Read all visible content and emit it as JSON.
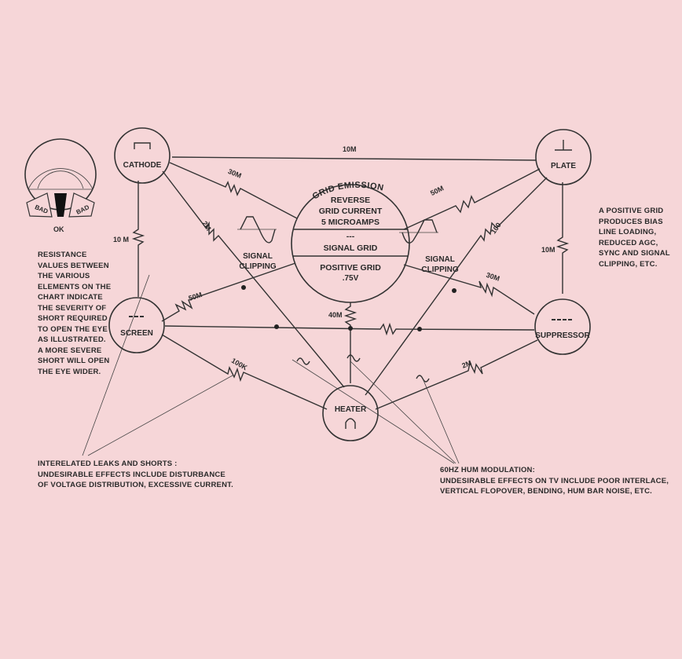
{
  "nodes": {
    "cathode": "CATHODE",
    "plate": "PLATE",
    "screen": "SCREEN",
    "suppressor": "SUPPRESSOR",
    "heater": "HEATER"
  },
  "grid": {
    "emission_label": "GRID EMISSION",
    "reverse_lines": [
      "REVERSE",
      "GRID CURRENT",
      "5 MICROAMPS"
    ],
    "divider": "---",
    "signal_grid": "SIGNAL GRID",
    "positive_lines": [
      "POSITIVE GRID",
      ".75V"
    ]
  },
  "resistances": {
    "cathode_plate": "10M",
    "cathode_grid": "30M",
    "cathode_heater": "2M",
    "cathode_screen": "10 M",
    "plate_grid": "50M",
    "plate_heater": "100",
    "plate_suppressor": "10M",
    "grid_screen": "50M",
    "grid_heater": "40M",
    "grid_suppressor": "30M",
    "screen_heater": "100K",
    "suppressor_heater": "2M"
  },
  "clipping_left": [
    "SIGNAL",
    "CLIPPING"
  ],
  "clipping_right": [
    "SIGNAL",
    "CLIPPING"
  ],
  "eye": {
    "bad_left": "BAD",
    "ok": "OK",
    "bad_right": "BAD"
  },
  "resistance_note": [
    "RESISTANCE",
    "VALUES BETWEEN",
    "THE VARIOUS",
    "ELEMENTS ON THE",
    "CHART INDICATE",
    "THE SEVERITY OF",
    "SHORT REQUIRED",
    "TO OPEN THE EYE",
    "AS ILLUSTRATED.",
    "A MORE SEVERE",
    "SHORT WILL OPEN",
    "THE EYE WIDER."
  ],
  "positive_grid_note": [
    "A POSITIVE GRID",
    "PRODUCES BIAS",
    "LINE LOADING,",
    "REDUCED AGC,",
    "SYNC AND SIGNAL",
    "CLIPPING, ETC."
  ],
  "leaks_note": [
    "INTERELATED LEAKS AND SHORTS :",
    "UNDESIRABLE EFFECTS INCLUDE DISTURBANCE",
    "OF VOLTAGE DISTRIBUTION, EXCESSIVE CURRENT."
  ],
  "hum_note": [
    "60Hz HUM MODULATION:",
    "UNDESIRABLE EFFECTS ON TV INCLUDE POOR INTERLACE,",
    "VERTICAL FLOPOVER, BENDING, HUM BAR NOISE, ETC."
  ],
  "colors": {
    "background": "#f6d6d8",
    "ink": "#2a2a2a",
    "eye_black": "#111111"
  }
}
